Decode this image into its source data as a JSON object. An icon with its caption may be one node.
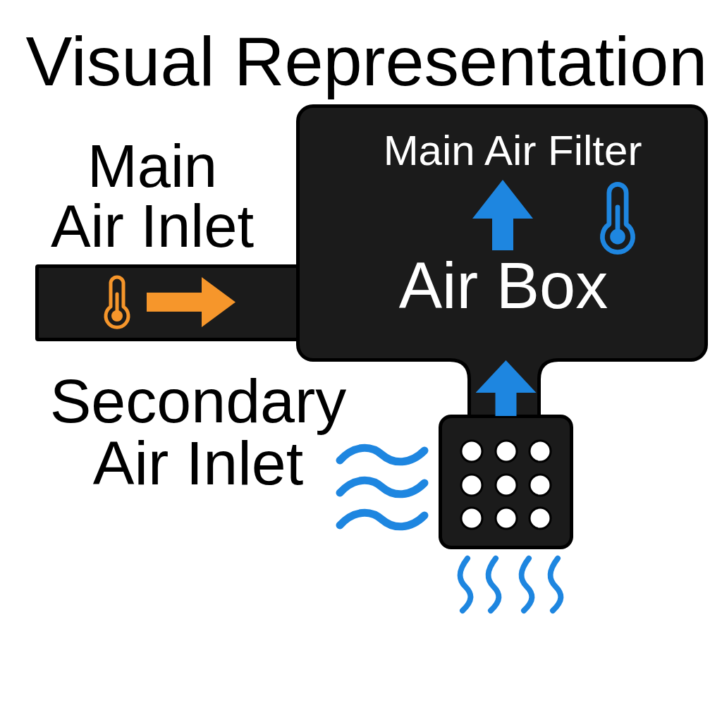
{
  "diagram": {
    "title": "Visual Representation",
    "nodes": [
      {
        "text": [
          "Main Air Inlet"
        ]
      },
      {
        "text": [
          "Main Air Filter",
          "Air Box"
        ]
      },
      {
        "text": [
          "Secondary Air Inlet"
        ]
      }
    ],
    "edges": [
      {
        "from": 2,
        "to": 1,
        "arrow": "to",
        "color": "#1e86e0"
      }
    ]
  }
}
